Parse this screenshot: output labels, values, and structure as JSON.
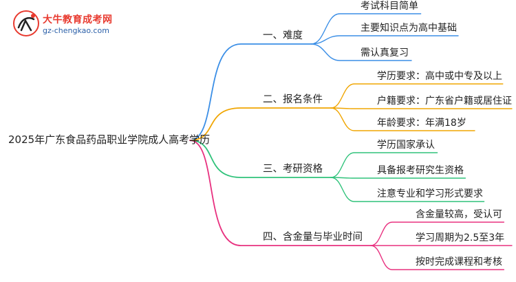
{
  "logo": {
    "title": "大牛教育成考网",
    "url": "gz-chengkao.com"
  },
  "root": "2025年广东食品药品职业学院成人高考学历",
  "branches": [
    {
      "label": "一、难度",
      "color": "#3a8ee6",
      "leaves": [
        "考试科目简单",
        "主要知识点为高中基础",
        "需认真复习"
      ]
    },
    {
      "label": "二、报名条件",
      "color": "#f0a500",
      "leaves": [
        "学历要求：高中或中专及以上",
        "户籍要求：广东省户籍或居住证",
        "年龄要求：年满18岁"
      ]
    },
    {
      "label": "三、考研资格",
      "color": "#2fc27a",
      "leaves": [
        "学历国家承认",
        "具备报考研究生资格",
        "注意专业和学习形式要求"
      ]
    },
    {
      "label": "四、含金量与毕业时间",
      "color": "#e8307f",
      "leaves": [
        "含金量较高，受认可",
        "学习周期为2.5至3年",
        "按时完成课程和考核"
      ]
    }
  ]
}
